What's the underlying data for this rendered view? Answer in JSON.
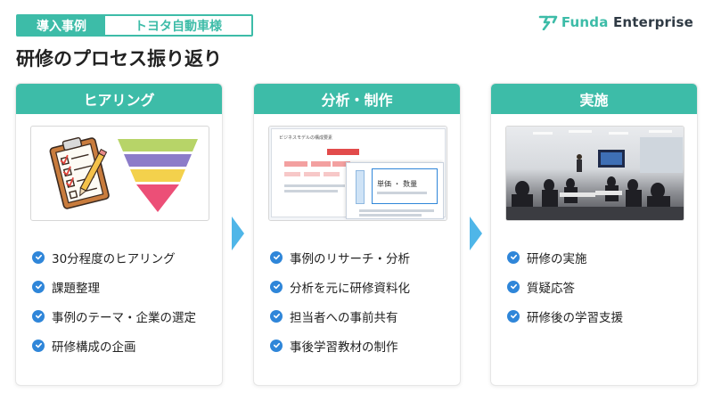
{
  "tag": {
    "category": "導入事例",
    "client": "トヨタ自動車様"
  },
  "logo": {
    "brand": "Funda",
    "product": " Enterprise"
  },
  "page_title": "研修のプロセス振り返り",
  "colors": {
    "accent": "#3dbca8",
    "check": "#2f86d9",
    "arrow": "#4fb6e8"
  },
  "cards": [
    {
      "header": "ヒアリング",
      "image": "clipboard-and-funnel-illustration",
      "items": [
        "30分程度のヒアリング",
        "課題整理",
        "事例のテーマ・企業の選定",
        "研修構成の企画"
      ]
    },
    {
      "header": "分析・制作",
      "image": "analysis-slide-thumbnails",
      "image_text": {
        "slide_heading": "ビジネスモデルの構成要素",
        "price_label": "単価 ・ 数量"
      },
      "items": [
        "事例のリサーチ・分析",
        "分析を元に研修資料化",
        "担当者への事前共有",
        "事後学習教材の制作"
      ]
    },
    {
      "header": "実施",
      "image": "training-session-photo",
      "items": [
        "研修の実施",
        "質疑応答",
        "研修後の学習支援"
      ]
    }
  ]
}
